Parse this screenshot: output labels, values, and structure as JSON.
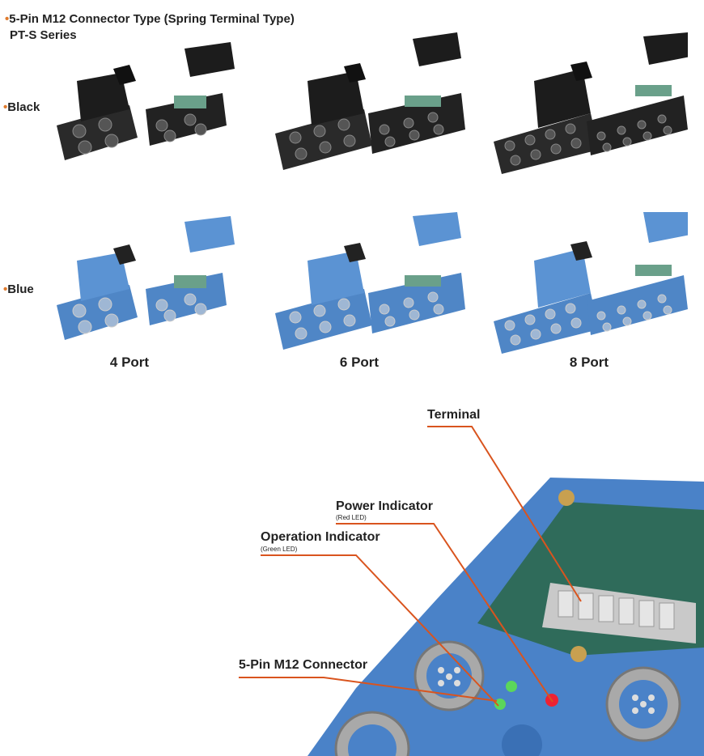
{
  "header": {
    "title_line1": "5-Pin M12 Connector Type (Spring Terminal Type)",
    "title_line2": "PT-S Series"
  },
  "rows": [
    {
      "label": "Black",
      "color": "#1c1c1c"
    },
    {
      "label": "Blue",
      "color": "#4f86c6"
    }
  ],
  "ports": [
    {
      "label": "4 Port"
    },
    {
      "label": "6 Port"
    },
    {
      "label": "8 Port"
    }
  ],
  "callouts": {
    "terminal": "Terminal",
    "power": "Power Indicator",
    "power_sub": "(Red LED)",
    "operation": "Operation Indicator",
    "operation_sub": "(Green LED)",
    "connector": "5-Pin M12 Connector"
  },
  "colors": {
    "accent": "#e07a2c",
    "leader": "#d9541e",
    "blue_body": "#4f86c6",
    "black_body": "#1c1c1c"
  },
  "icons": [
    "m12-connector-icon",
    "terminal-block-icon",
    "led-icon"
  ]
}
